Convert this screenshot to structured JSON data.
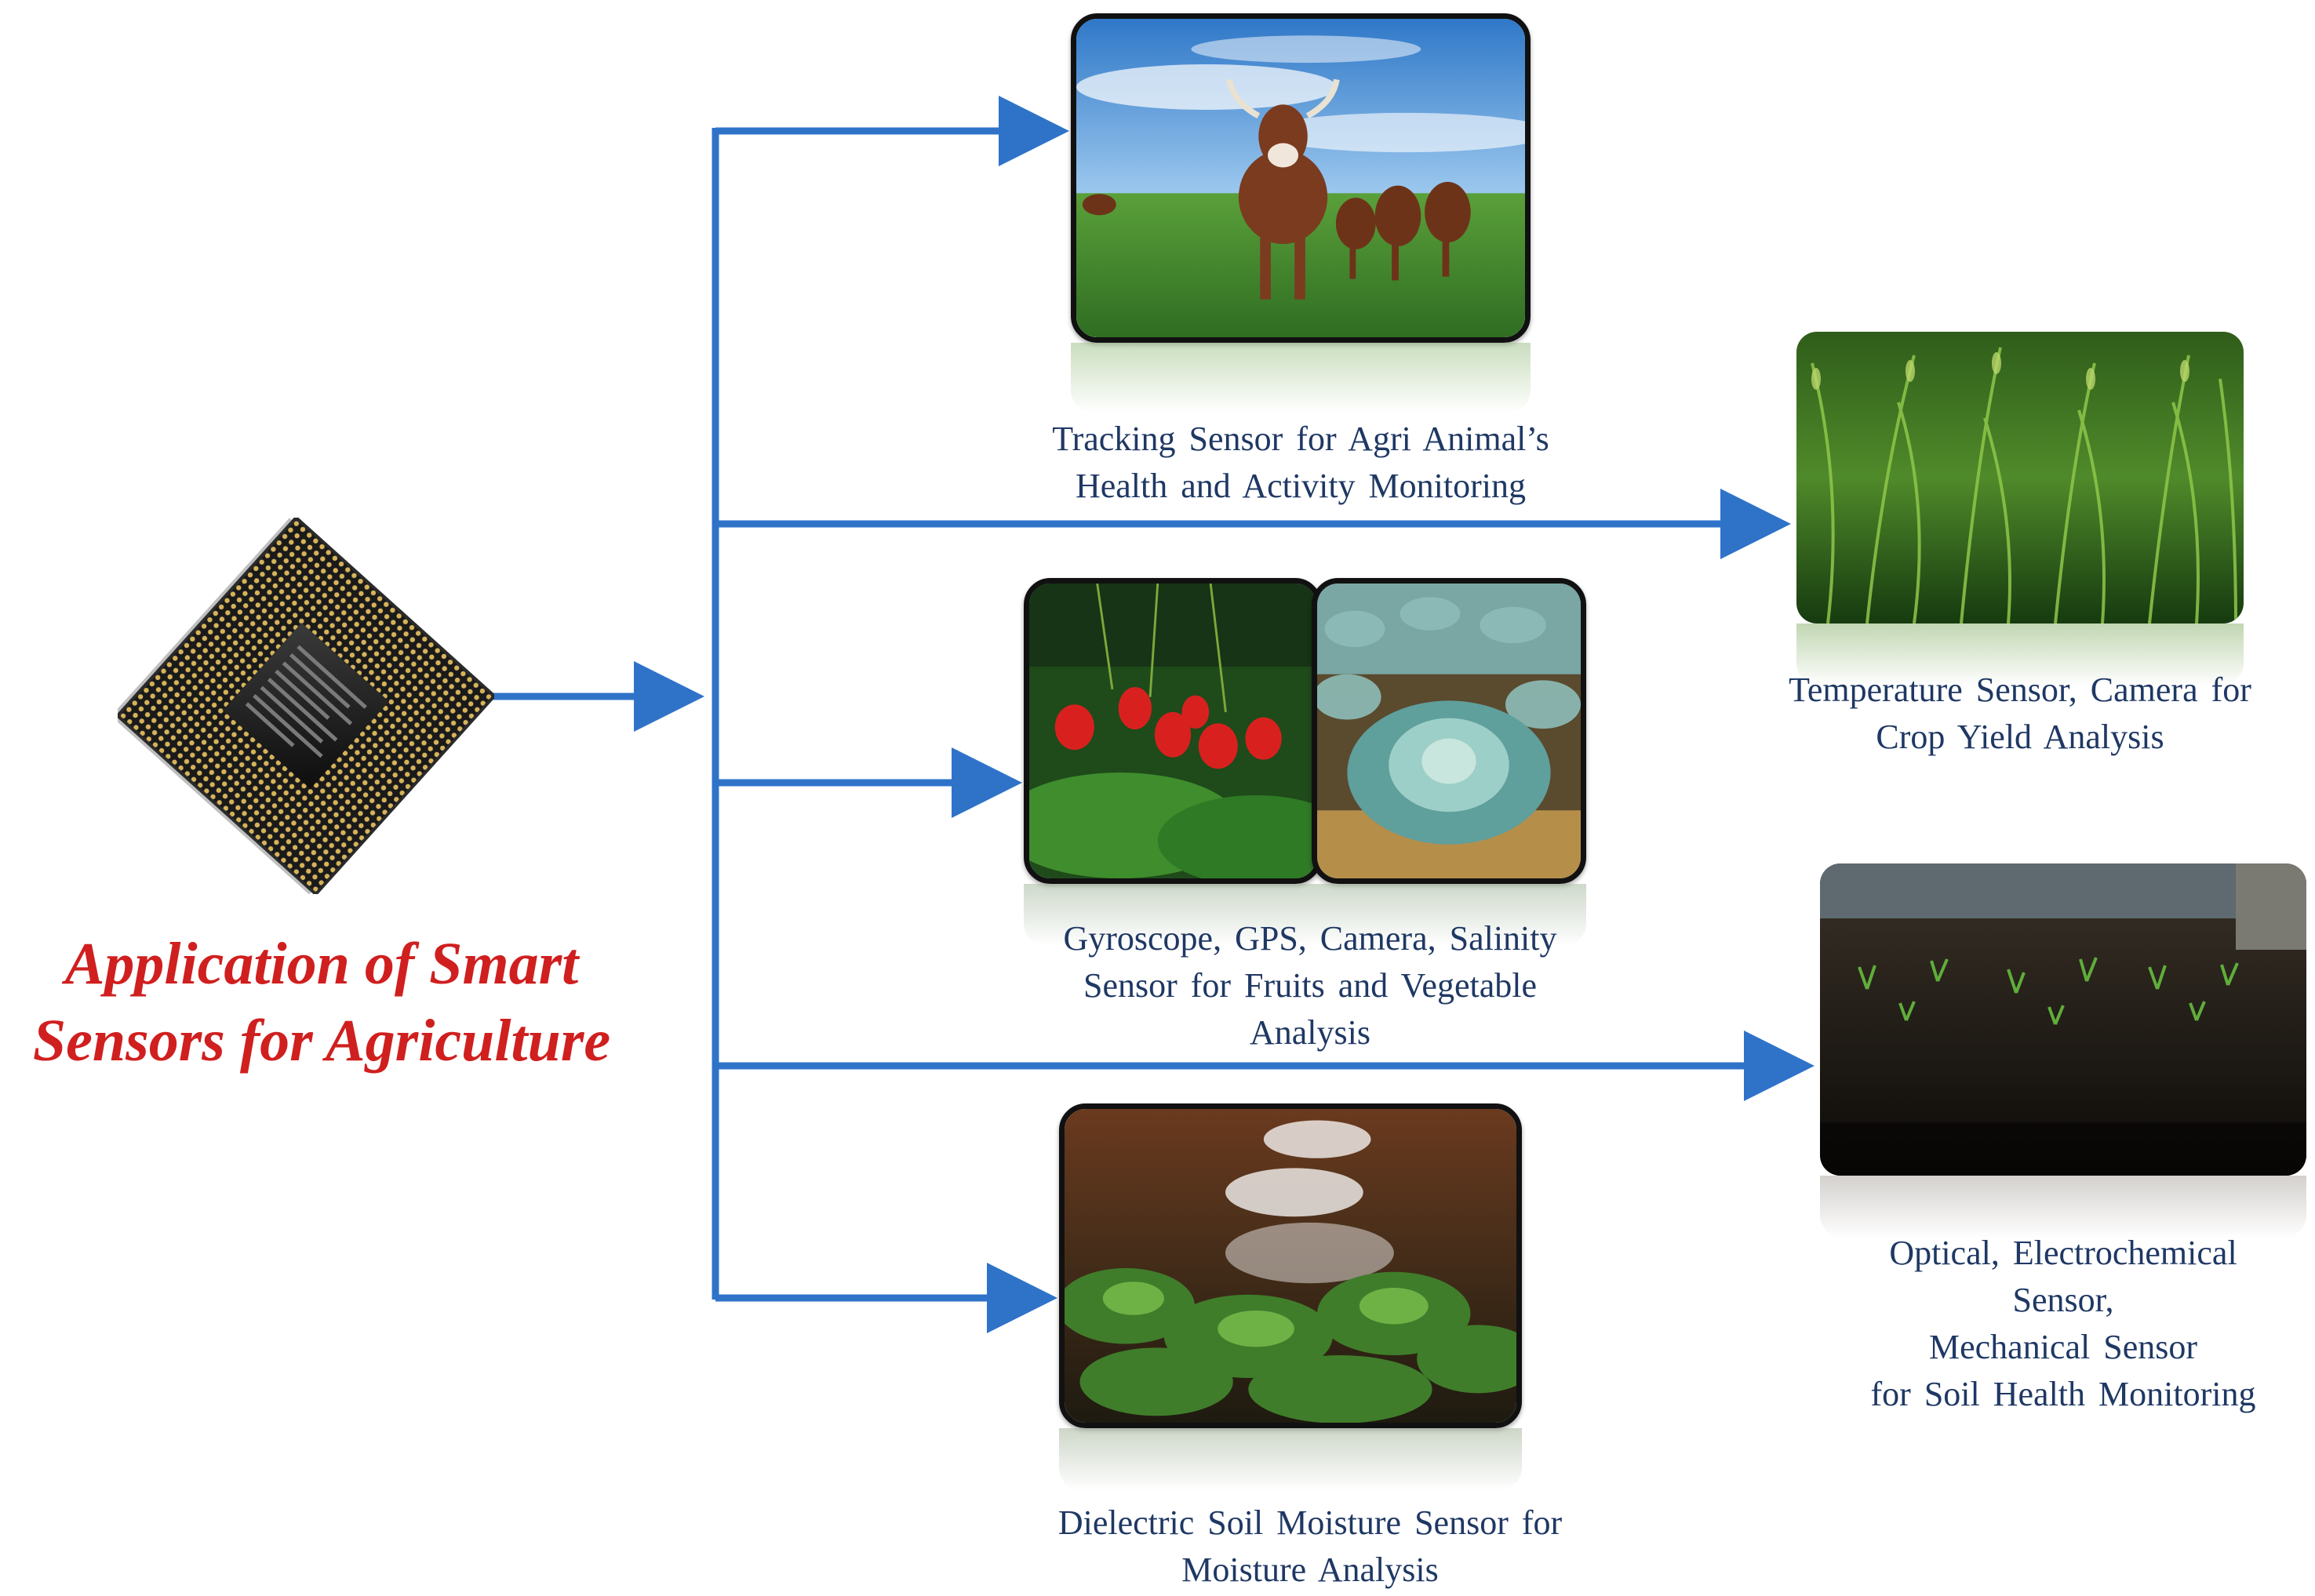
{
  "title": {
    "line1": "Application of Smart",
    "line2": "Sensors for Agriculture"
  },
  "colors": {
    "connector": "#2f73c9",
    "title": "#d01f1f",
    "caption": "#1f3864"
  },
  "nodes": [
    {
      "id": "livestock",
      "icon": "cow-icon",
      "line1": "Tracking  Sensor for Agri Animal’s",
      "line2": "Health  and Activity  Monitoring"
    },
    {
      "id": "crop",
      "icon": "rice-field-icon",
      "line1": "Temperature  Sensor, Camera for",
      "line2": "Crop Yield Analysis"
    },
    {
      "id": "fruits",
      "icon": "strawberry-cabbage-icon",
      "line1": "Gyroscope, GPS, Camera, Salinity",
      "line2": "Sensor for Fruits and Vegetable",
      "line3": "Analysis"
    },
    {
      "id": "soil",
      "icon": "seedling-soil-icon",
      "line1": "Optical, Electrochemical",
      "line2": "Sensor,",
      "line3": "Mechanical  Sensor",
      "line4": "for Soil Health  Monitoring"
    },
    {
      "id": "moisture",
      "icon": "irrigation-icon",
      "line1": "Dielectric  Soil Moisture  Sensor for",
      "line2": "Moisture Analysis"
    }
  ]
}
